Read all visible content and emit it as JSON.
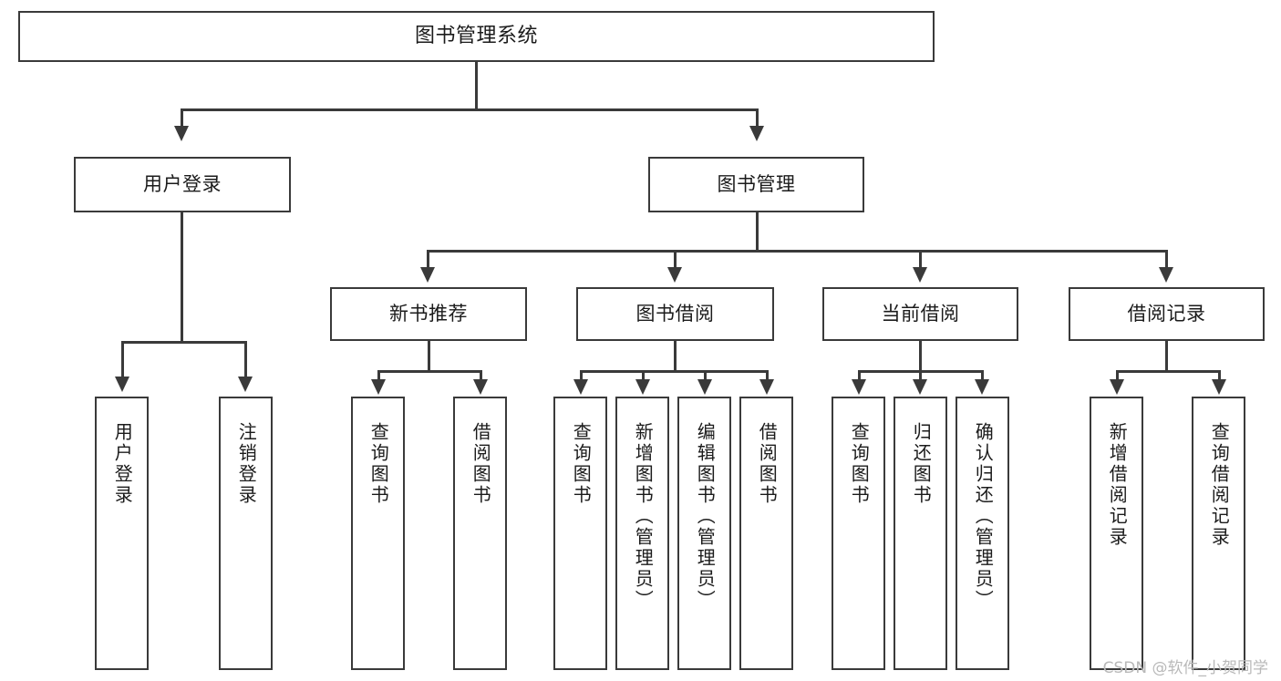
{
  "diagram": {
    "title": "图书管理系统",
    "watermark": "CSDN @软件_小贺同学",
    "root": {
      "label": "图书管理系统"
    },
    "level2": [
      {
        "label": "用户登录"
      },
      {
        "label": "图书管理"
      }
    ],
    "level3": [
      {
        "label": "新书推荐"
      },
      {
        "label": "图书借阅"
      },
      {
        "label": "当前借阅"
      },
      {
        "label": "借阅记录"
      }
    ],
    "leaves": {
      "user_login": [
        {
          "label": "用户登录"
        },
        {
          "label": "注销登录"
        }
      ],
      "new_book_recommend": [
        {
          "label": "查询图书"
        },
        {
          "label": "借阅图书"
        }
      ],
      "book_borrow": [
        {
          "label": "查询图书"
        },
        {
          "label": "新增图书（管理员）"
        },
        {
          "label": "编辑图书（管理员）"
        },
        {
          "label": "借阅图书"
        }
      ],
      "current_borrow": [
        {
          "label": "查询图书"
        },
        {
          "label": "归还图书"
        },
        {
          "label": "确认归还（管理员）"
        }
      ],
      "borrow_record": [
        {
          "label": "新增借阅记录"
        },
        {
          "label": "查询借阅记录"
        }
      ]
    },
    "colors": {
      "stroke": "#3a3a3a",
      "fill": "#ffffff",
      "text": "#1b1b1b",
      "watermark": "#b9b9b9"
    }
  }
}
